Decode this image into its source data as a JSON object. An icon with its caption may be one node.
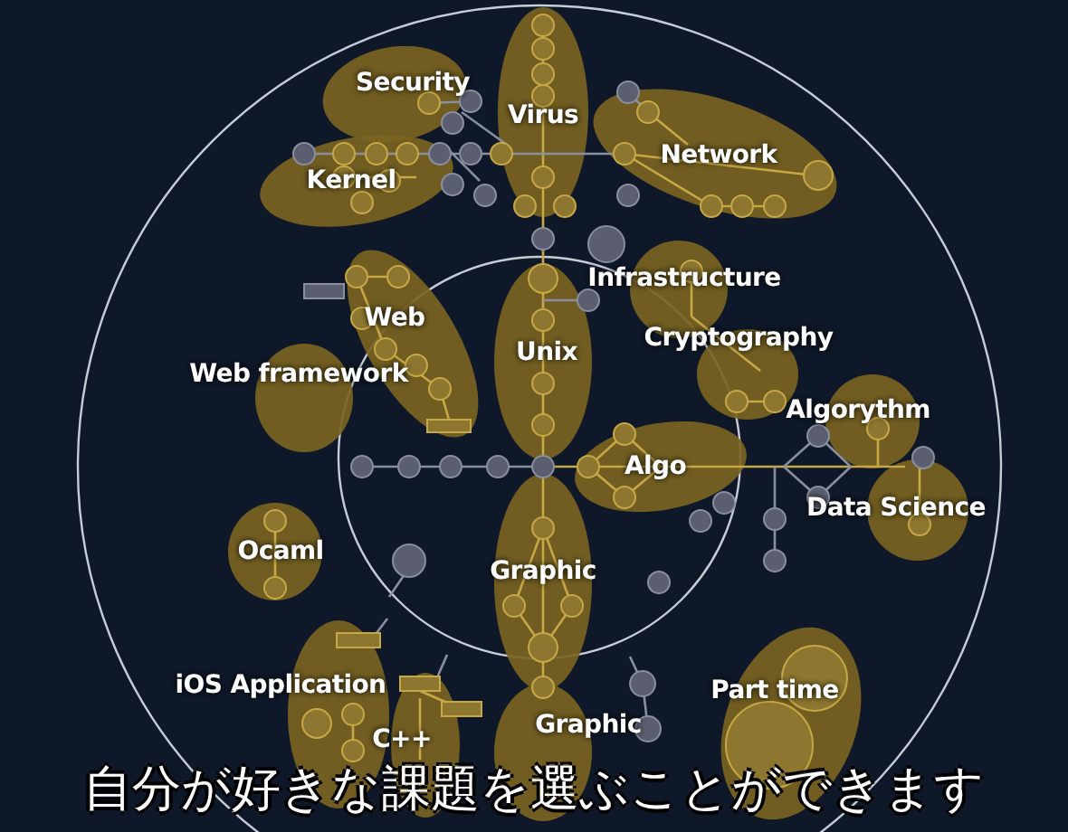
{
  "diagram": {
    "caption": "自分が好きな課題を選ぶことができます",
    "nodes": [
      {
        "text": [
          "Security"
        ]
      },
      {
        "text": [
          "Virus"
        ]
      },
      {
        "text": [
          "Kernel"
        ]
      },
      {
        "text": [
          "Network"
        ]
      },
      {
        "text": [
          "Web"
        ]
      },
      {
        "text": [
          "Unix"
        ]
      },
      {
        "text": [
          "Infrastructure"
        ]
      },
      {
        "text": [
          "Cryptography"
        ]
      },
      {
        "text": [
          "Web framework"
        ]
      },
      {
        "text": [
          "Algorythm"
        ]
      },
      {
        "text": [
          "Algo"
        ]
      },
      {
        "text": [
          "Data Science"
        ]
      },
      {
        "text": [
          "Ocaml"
        ]
      },
      {
        "text": [
          "Graphic"
        ]
      },
      {
        "text": [
          "iOS Application"
        ]
      },
      {
        "text": [
          "C++"
        ]
      },
      {
        "text": [
          "Graphic"
        ]
      },
      {
        "text": [
          "Part time"
        ]
      }
    ]
  }
}
